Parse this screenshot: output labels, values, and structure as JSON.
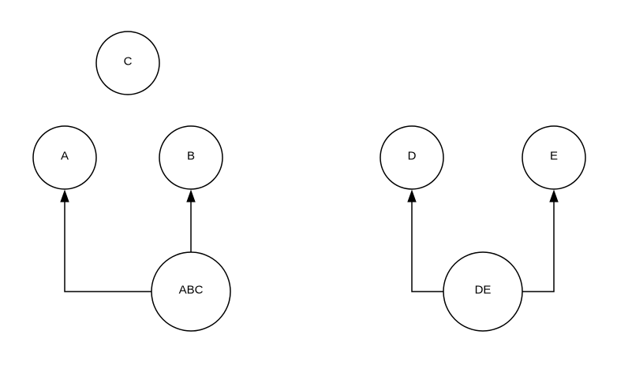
{
  "nodes": {
    "c": "C",
    "a": "A",
    "b": "B",
    "abc": "ABC",
    "d": "D",
    "e": "E",
    "de": "DE"
  },
  "edges": [
    {
      "from": "ABC",
      "to": "A"
    },
    {
      "from": "ABC",
      "to": "B"
    },
    {
      "from": "DE",
      "to": "D"
    },
    {
      "from": "DE",
      "to": "E"
    }
  ],
  "colors": {
    "stroke": "#000000",
    "fill": "#ffffff",
    "background": "#ffffff"
  }
}
